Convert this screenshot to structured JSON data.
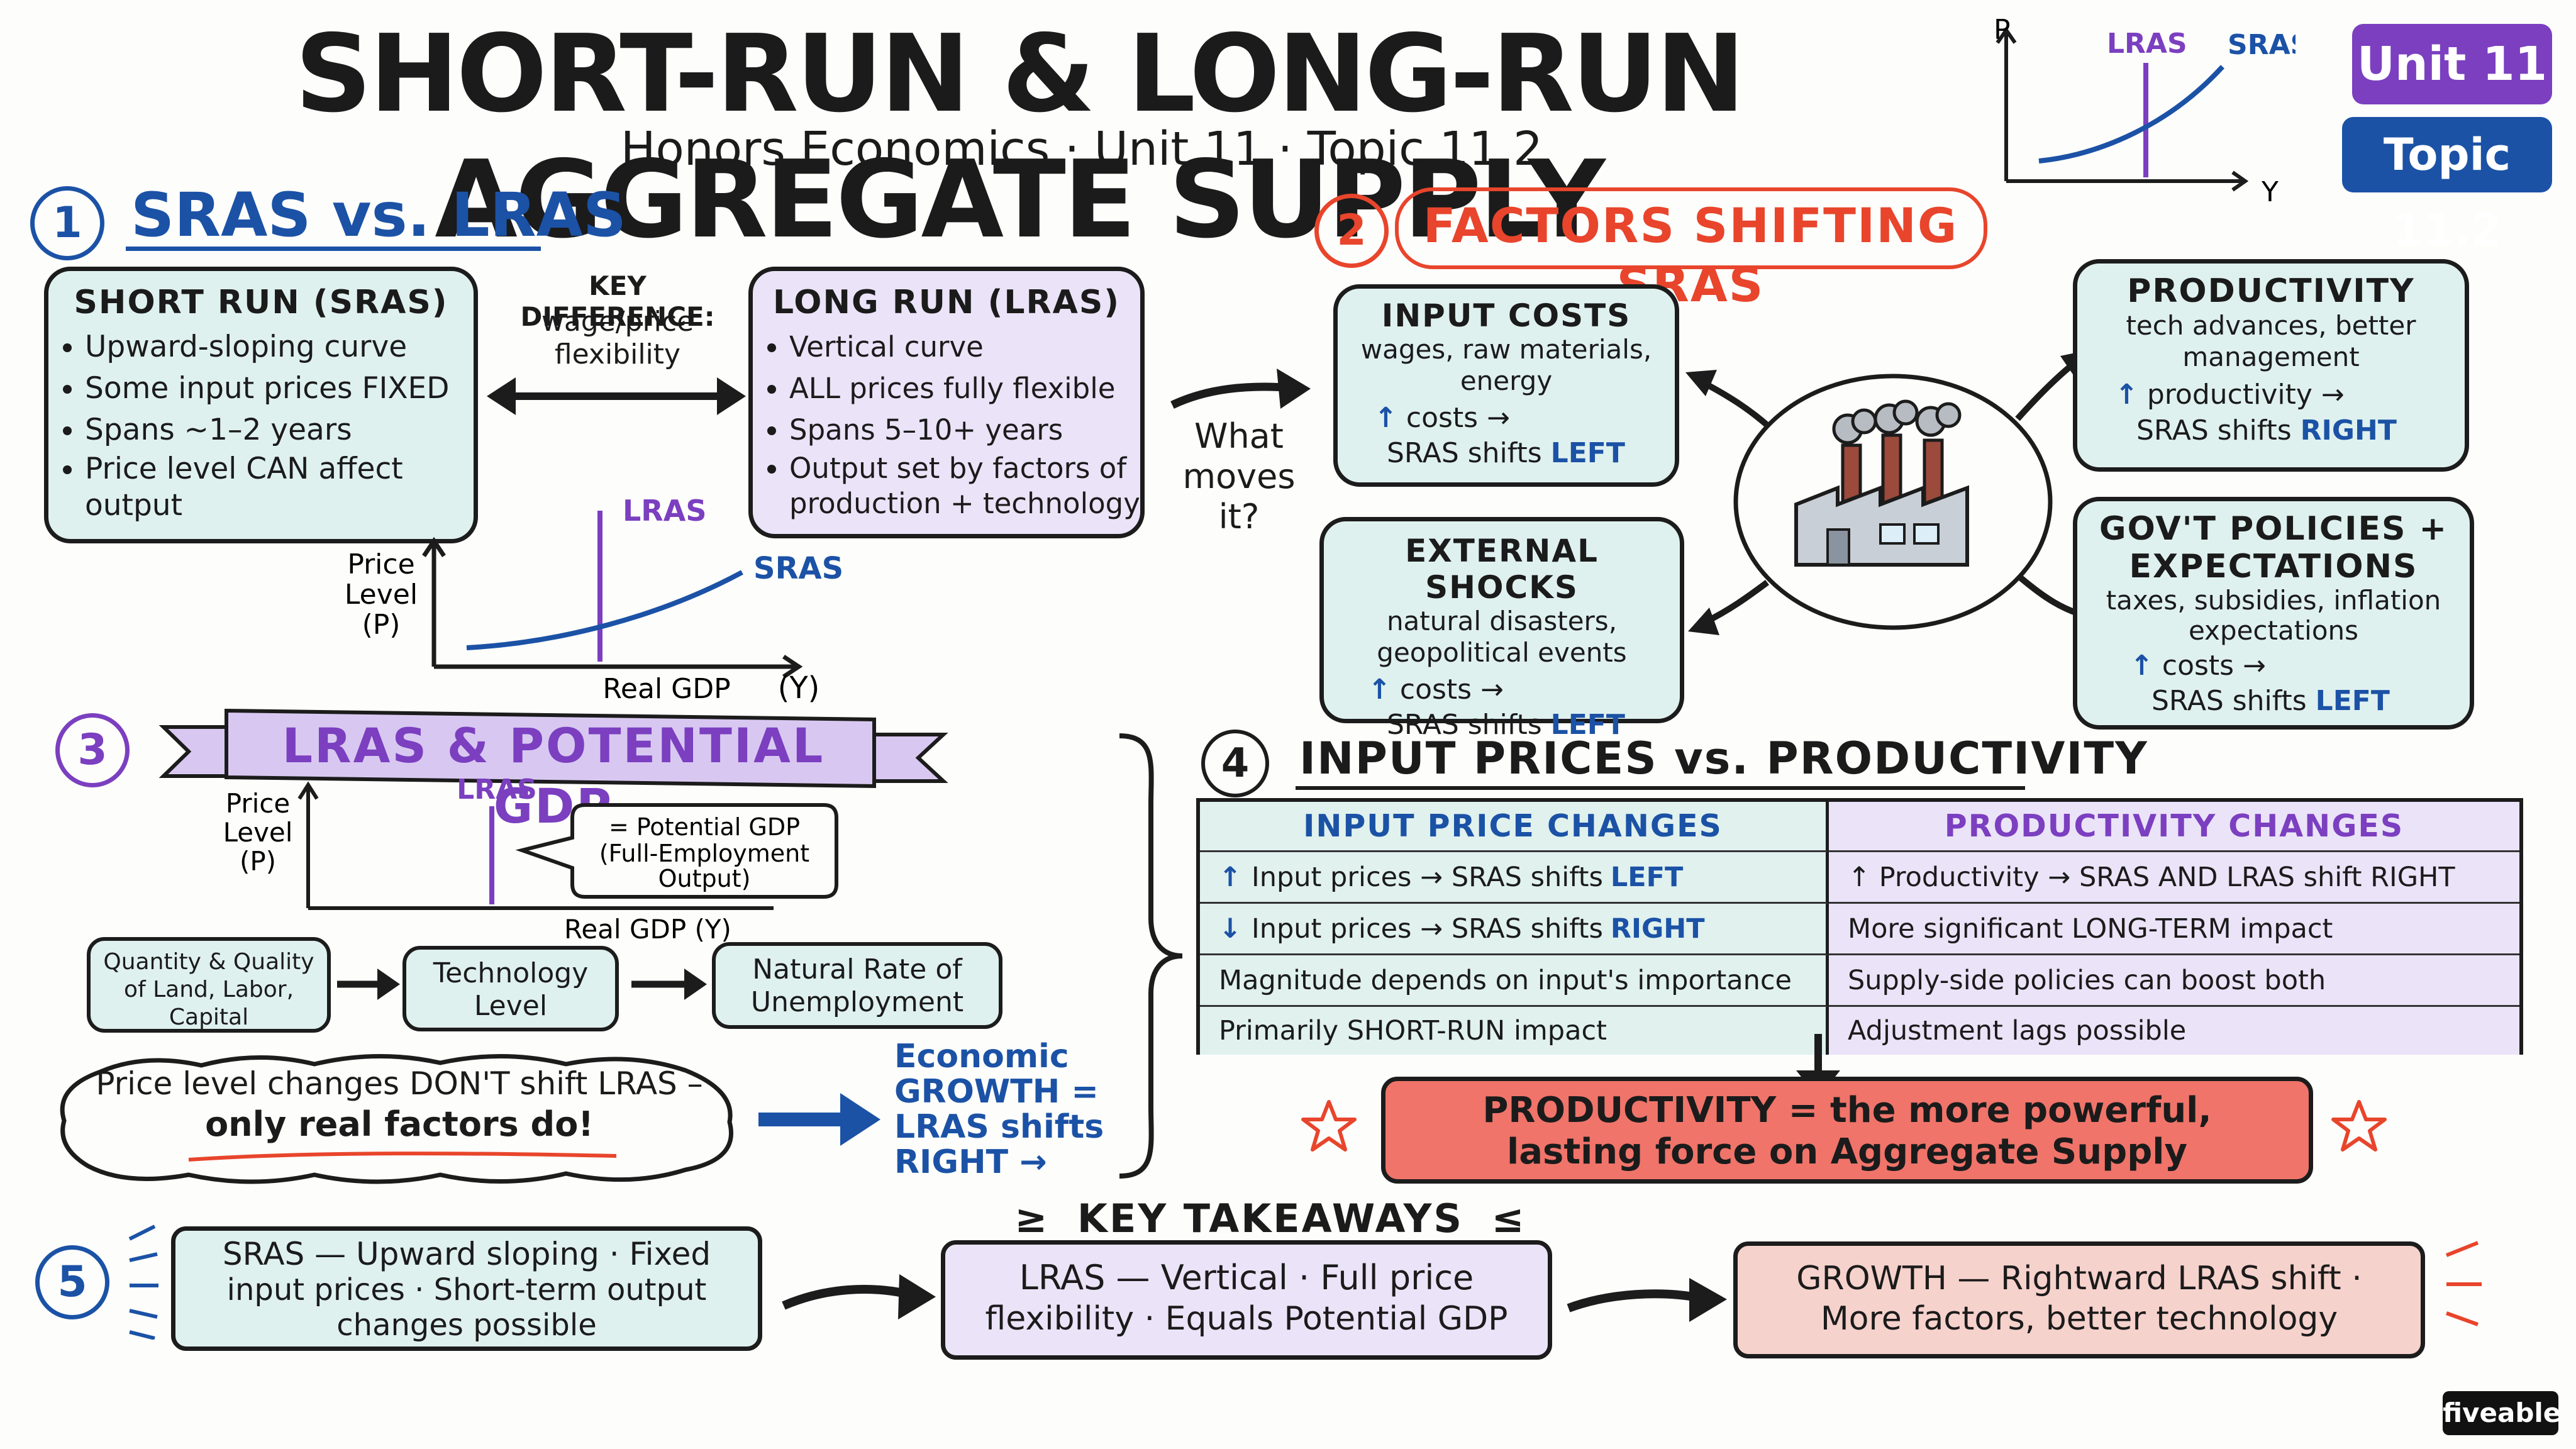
{
  "header": {
    "title": "SHORT-RUN & LONG-RUN AGGREGATE SUPPLY",
    "subtitle": "Honors Economics · Unit 11 · Topic 11.2",
    "badge_unit": "Unit 11",
    "badge_topic": "Topic 11.2",
    "mini_graph": {
      "p": "P",
      "y": "Y",
      "lras": "LRAS",
      "sras": "SRAS"
    }
  },
  "s1": {
    "num": "1",
    "title": "SRAS vs. LRAS",
    "short_title": "SHORT RUN (SRAS)",
    "short_items": [
      "Upward-sloping curve",
      "Some input prices FIXED",
      "Spans ~1–2 years",
      "Price level CAN affect output"
    ],
    "key_diff_1": "KEY DIFFERENCE:",
    "key_diff_2": "wage/price",
    "key_diff_3": "flexibility",
    "long_title": "LONG RUN (LRAS)",
    "long_items": [
      "Vertical curve",
      "ALL prices fully flexible",
      "Spans 5–10+ years",
      "Output set by factors of production + technology"
    ],
    "what_moves": [
      "What",
      "moves",
      "it?"
    ],
    "graph": {
      "price_level": [
        "Price",
        "Level",
        "(P)"
      ],
      "real_gdp": "Real GDP",
      "y": "(Y)",
      "lras": "LRAS",
      "sras": "SRAS"
    }
  },
  "s2": {
    "num": "2",
    "title": "FACTORS SHIFTING SRAS",
    "input": {
      "title": "INPUT COSTS",
      "desc": [
        "wages, raw materials,",
        "energy"
      ],
      "eff1": "costs →",
      "eff2": "SRAS shifts",
      "dir": "LEFT"
    },
    "external": {
      "title": "EXTERNAL SHOCKS",
      "desc": [
        "natural disasters,",
        "geopolitical events"
      ],
      "eff1": "costs →",
      "eff2": "SRAS shifts",
      "dir": "LEFT"
    },
    "productivity": {
      "title": "PRODUCTIVITY",
      "desc": [
        "tech advances, better",
        "management"
      ],
      "eff1": "productivity →",
      "eff2": "SRAS shifts",
      "dir": "RIGHT"
    },
    "gov": {
      "title1": "GOV'T POLICIES +",
      "title2": "EXPECTATIONS",
      "desc": [
        "taxes, subsidies, inflation",
        "expectations"
      ],
      "eff1": "costs →",
      "eff2": "SRAS shifts",
      "dir": "LEFT"
    }
  },
  "s3": {
    "num": "3",
    "title": "LRAS & POTENTIAL GDP",
    "graph": {
      "price_level": [
        "Price",
        "Level",
        "(P)"
      ],
      "lras": "LRAS",
      "real_gdp": "Real GDP (Y)",
      "callout": [
        "= Potential GDP",
        "(Full-Employment",
        "Output)"
      ]
    },
    "factors": [
      "Quantity & Quality of Land, Labor, Capital",
      "Technology Level",
      "Natural Rate of Unemployment"
    ],
    "note": [
      "Price level changes DON'T shift LRAS –",
      "only real factors do!"
    ],
    "growth": [
      "Economic",
      "GROWTH =",
      "LRAS shifts",
      "RIGHT →"
    ]
  },
  "s4": {
    "num": "4",
    "title": "INPUT PRICES vs. PRODUCTIVITY",
    "col_left": "INPUT PRICE CHANGES",
    "col_right": "PRODUCTIVITY CHANGES",
    "left_rows": [
      {
        "arrow": "↑",
        "text": "Input prices → SRAS shifts",
        "dir": "LEFT"
      },
      {
        "arrow": "↓",
        "text": "Input prices → SRAS shifts",
        "dir": "RIGHT"
      },
      {
        "text": "Magnitude depends on input's importance"
      },
      {
        "text": "Primarily SHORT-RUN impact"
      }
    ],
    "right_rows": [
      "↑ Productivity → SRAS AND LRAS shift RIGHT",
      "More significant LONG-TERM impact",
      "Supply-side policies can boost both",
      "Adjustment lags possible"
    ],
    "conclusion": [
      "PRODUCTIVITY = the more powerful,",
      "lasting force on Aggregate Supply"
    ]
  },
  "s5": {
    "num": "5",
    "title": "KEY TAKEAWAYS",
    "cards": [
      [
        "SRAS — Upward sloping · Fixed",
        "input prices · Short-term output",
        "changes possible"
      ],
      [
        "LRAS — Vertical · Full price",
        "flexibility · Equals Potential GDP"
      ],
      [
        "GROWTH — Rightward LRAS shift ·",
        "More factors, better technology"
      ]
    ]
  },
  "brand": "fiveable",
  "colors": {
    "blue": "#1b52a6",
    "purple": "#7b3fc0",
    "red": "#e8452c",
    "teal": "#dff1ef",
    "lavender": "#ebe3f8",
    "salmon": "#f0746a"
  }
}
